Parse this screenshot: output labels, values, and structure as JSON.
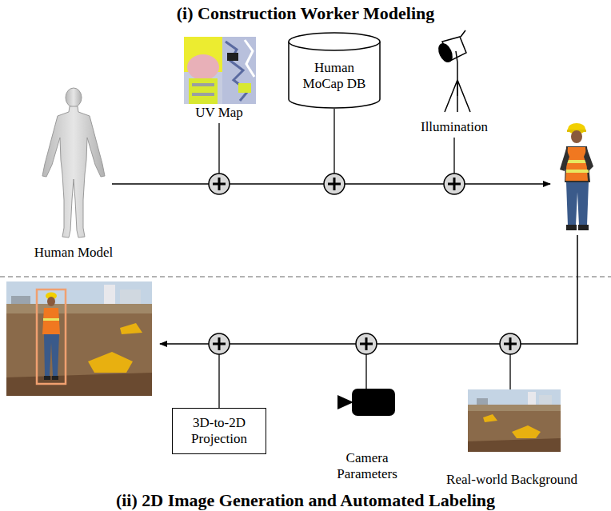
{
  "diagram": {
    "title": "(i) Construction Worker Modeling",
    "caption": "(ii) 2D Image Generation and Automated Labeling",
    "nodes": [
      {
        "text": [
          "Human Model"
        ]
      },
      {
        "text": [
          "UV Map"
        ]
      },
      {
        "text": [
          "Human MoCap DB"
        ]
      },
      {
        "text": [
          "Illumination"
        ]
      },
      {
        "text": [
          "3D-to-2D Projection"
        ]
      },
      {
        "text": [
          "Camera Parameters"
        ]
      },
      {
        "text": [
          "Real-world Background"
        ]
      }
    ]
  }
}
